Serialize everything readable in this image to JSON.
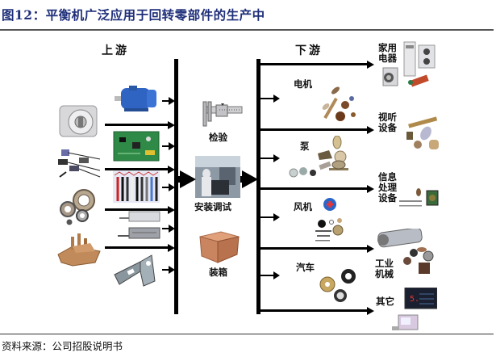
{
  "figure": {
    "title": "图12：平衡机广泛应用于回转零部件的生产中",
    "source": "资料来源：公司招股说明书",
    "title_color": "#1f2f7a"
  },
  "upstream": {
    "header": "上游",
    "components": [
      {
        "icon": "motor-icon"
      },
      {
        "icon": "gear-reducer-icon"
      },
      {
        "icon": "circuit-board-icon"
      },
      {
        "icon": "sensor-icon"
      },
      {
        "icon": "cables-icon"
      },
      {
        "icon": "bearing-icon"
      },
      {
        "icon": "pneumatic-cylinder-icon"
      },
      {
        "icon": "casting-icon"
      },
      {
        "icon": "sheet-metal-bracket-icon"
      }
    ]
  },
  "process": {
    "stages": [
      {
        "label": "检验",
        "icon": "caliper-icon"
      },
      {
        "label": "安装调试",
        "icon": "assembly-photo-icon"
      },
      {
        "label": "装箱",
        "icon": "wooden-crate-icon"
      }
    ]
  },
  "downstream": {
    "header": "下游",
    "rotor_parts": [
      {
        "label": "电机",
        "icon": "motor-rotor-parts-icon"
      },
      {
        "label": "泵",
        "icon": "pump-impeller-parts-icon"
      },
      {
        "label": "风机",
        "icon": "fan-parts-icon"
      },
      {
        "label": "汽车",
        "icon": "auto-parts-icon"
      }
    ],
    "applications": [
      {
        "label_line1": "家用",
        "label_line2": "电器",
        "label_line3": "",
        "icon": "home-appliance-icon"
      },
      {
        "label_line1": "视听",
        "label_line2": "设备",
        "label_line3": "",
        "icon": "audio-video-parts-icon"
      },
      {
        "label_line1": "信息",
        "label_line2": "处理",
        "label_line3": "设备",
        "icon": "info-processing-parts-icon"
      },
      {
        "label_line1": "工业",
        "label_line2": "机械",
        "label_line3": "",
        "icon": "industrial-machinery-icon"
      },
      {
        "label_line1": "其它",
        "label_line2": "",
        "label_line3": "",
        "icon": "other-equipment-icon"
      }
    ]
  }
}
